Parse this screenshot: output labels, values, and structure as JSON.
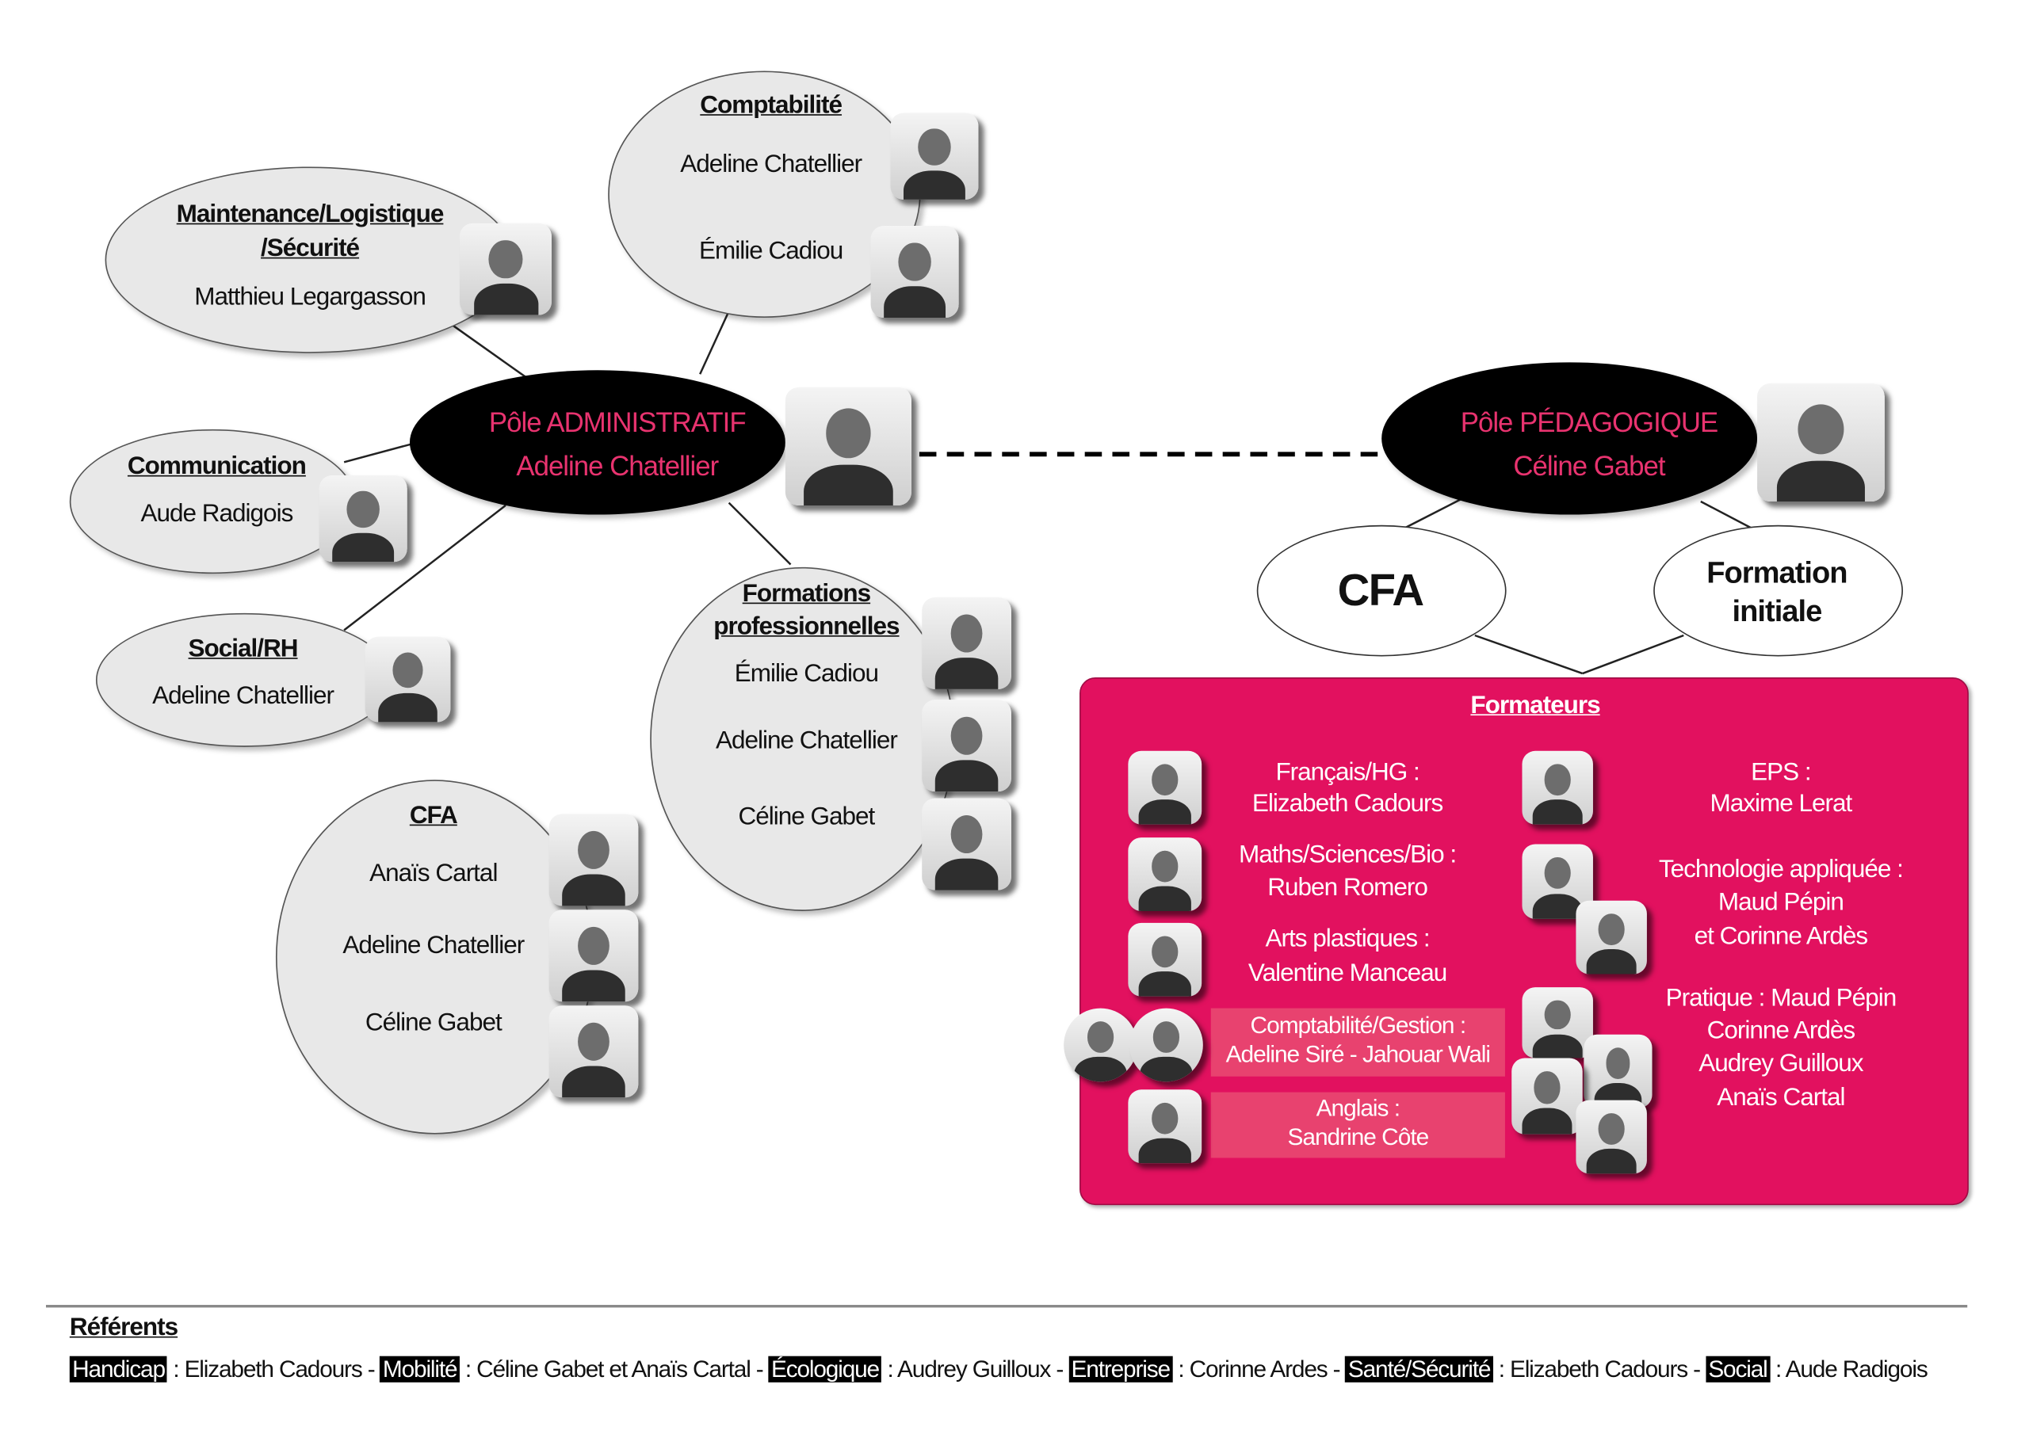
{
  "admin_pole": {
    "title": "Pôle ADMINISTRATIF",
    "head": "Adeline Chatellier"
  },
  "pedagogical_pole": {
    "title": "Pôle PÉDAGOGIQUE",
    "head": "Céline Gabet"
  },
  "services": {
    "maintenance": {
      "title_line1": "Maintenance/Logistique",
      "title_line2": "/Sécurité",
      "members": [
        "Matthieu Legargasson"
      ]
    },
    "comptabilite": {
      "title": "Comptabilité",
      "members": [
        "Adeline Chatellier",
        "Émilie Cadiou"
      ]
    },
    "communication": {
      "title": "Communication",
      "members": [
        "Aude Radigois"
      ]
    },
    "social_rh": {
      "title": "Social/RH",
      "members": [
        "Adeline Chatellier"
      ]
    },
    "formations_pro": {
      "title_line1": "Formations",
      "title_line2": "professionnelles",
      "members": [
        "Émilie Cadiou",
        "Adeline Chatellier",
        "Céline Gabet"
      ]
    },
    "cfa": {
      "title": "CFA",
      "members": [
        "Anaïs Cartal",
        "Adeline Chatellier",
        "Céline Gabet"
      ]
    }
  },
  "branches": {
    "cfa": "CFA",
    "formation_initiale_line1": "Formation",
    "formation_initiale_line2": "initiale"
  },
  "formateurs": {
    "title": "Formateurs",
    "accent_color": "#e2115f",
    "left": [
      {
        "subject": "Français/HG :",
        "names": "Elizabeth Cadours"
      },
      {
        "subject": "Maths/Sciences/Bio :",
        "names": "Ruben Romero"
      },
      {
        "subject": "Arts plastiques :",
        "names": "Valentine Manceau"
      },
      {
        "subject": "Comptabilité/Gestion :",
        "names": "Adeline Siré - Jahouar Wali"
      },
      {
        "subject": "Anglais :",
        "names": "Sandrine Côte"
      }
    ],
    "right": [
      {
        "subject": "EPS :",
        "lines": [
          "Maxime Lerat"
        ]
      },
      {
        "subject": "Technologie appliquée :",
        "lines": [
          "Maud Pépin",
          "et Corinne Ardès"
        ]
      },
      {
        "subject": "Pratique : Maud Pépin",
        "lines": [
          "Corinne Ardès",
          "Audrey Guilloux",
          "Anaïs Cartal"
        ]
      }
    ]
  },
  "referents": {
    "title": "Référents",
    "items": [
      {
        "tag": "Handicap",
        "text": " : Elizabeth Cadours - "
      },
      {
        "tag": "Mobilité",
        "text": " : Céline Gabet et Anaïs Cartal - "
      },
      {
        "tag": "Écologique",
        "text": " : Audrey Guilloux - "
      },
      {
        "tag": "Entreprise",
        "text": " : Corinne Ardes - "
      },
      {
        "tag": "Santé/Sécurité",
        "text": " : Elizabeth Cadours - "
      },
      {
        "tag": "Social",
        "text": " : Aude Radigois"
      }
    ]
  }
}
